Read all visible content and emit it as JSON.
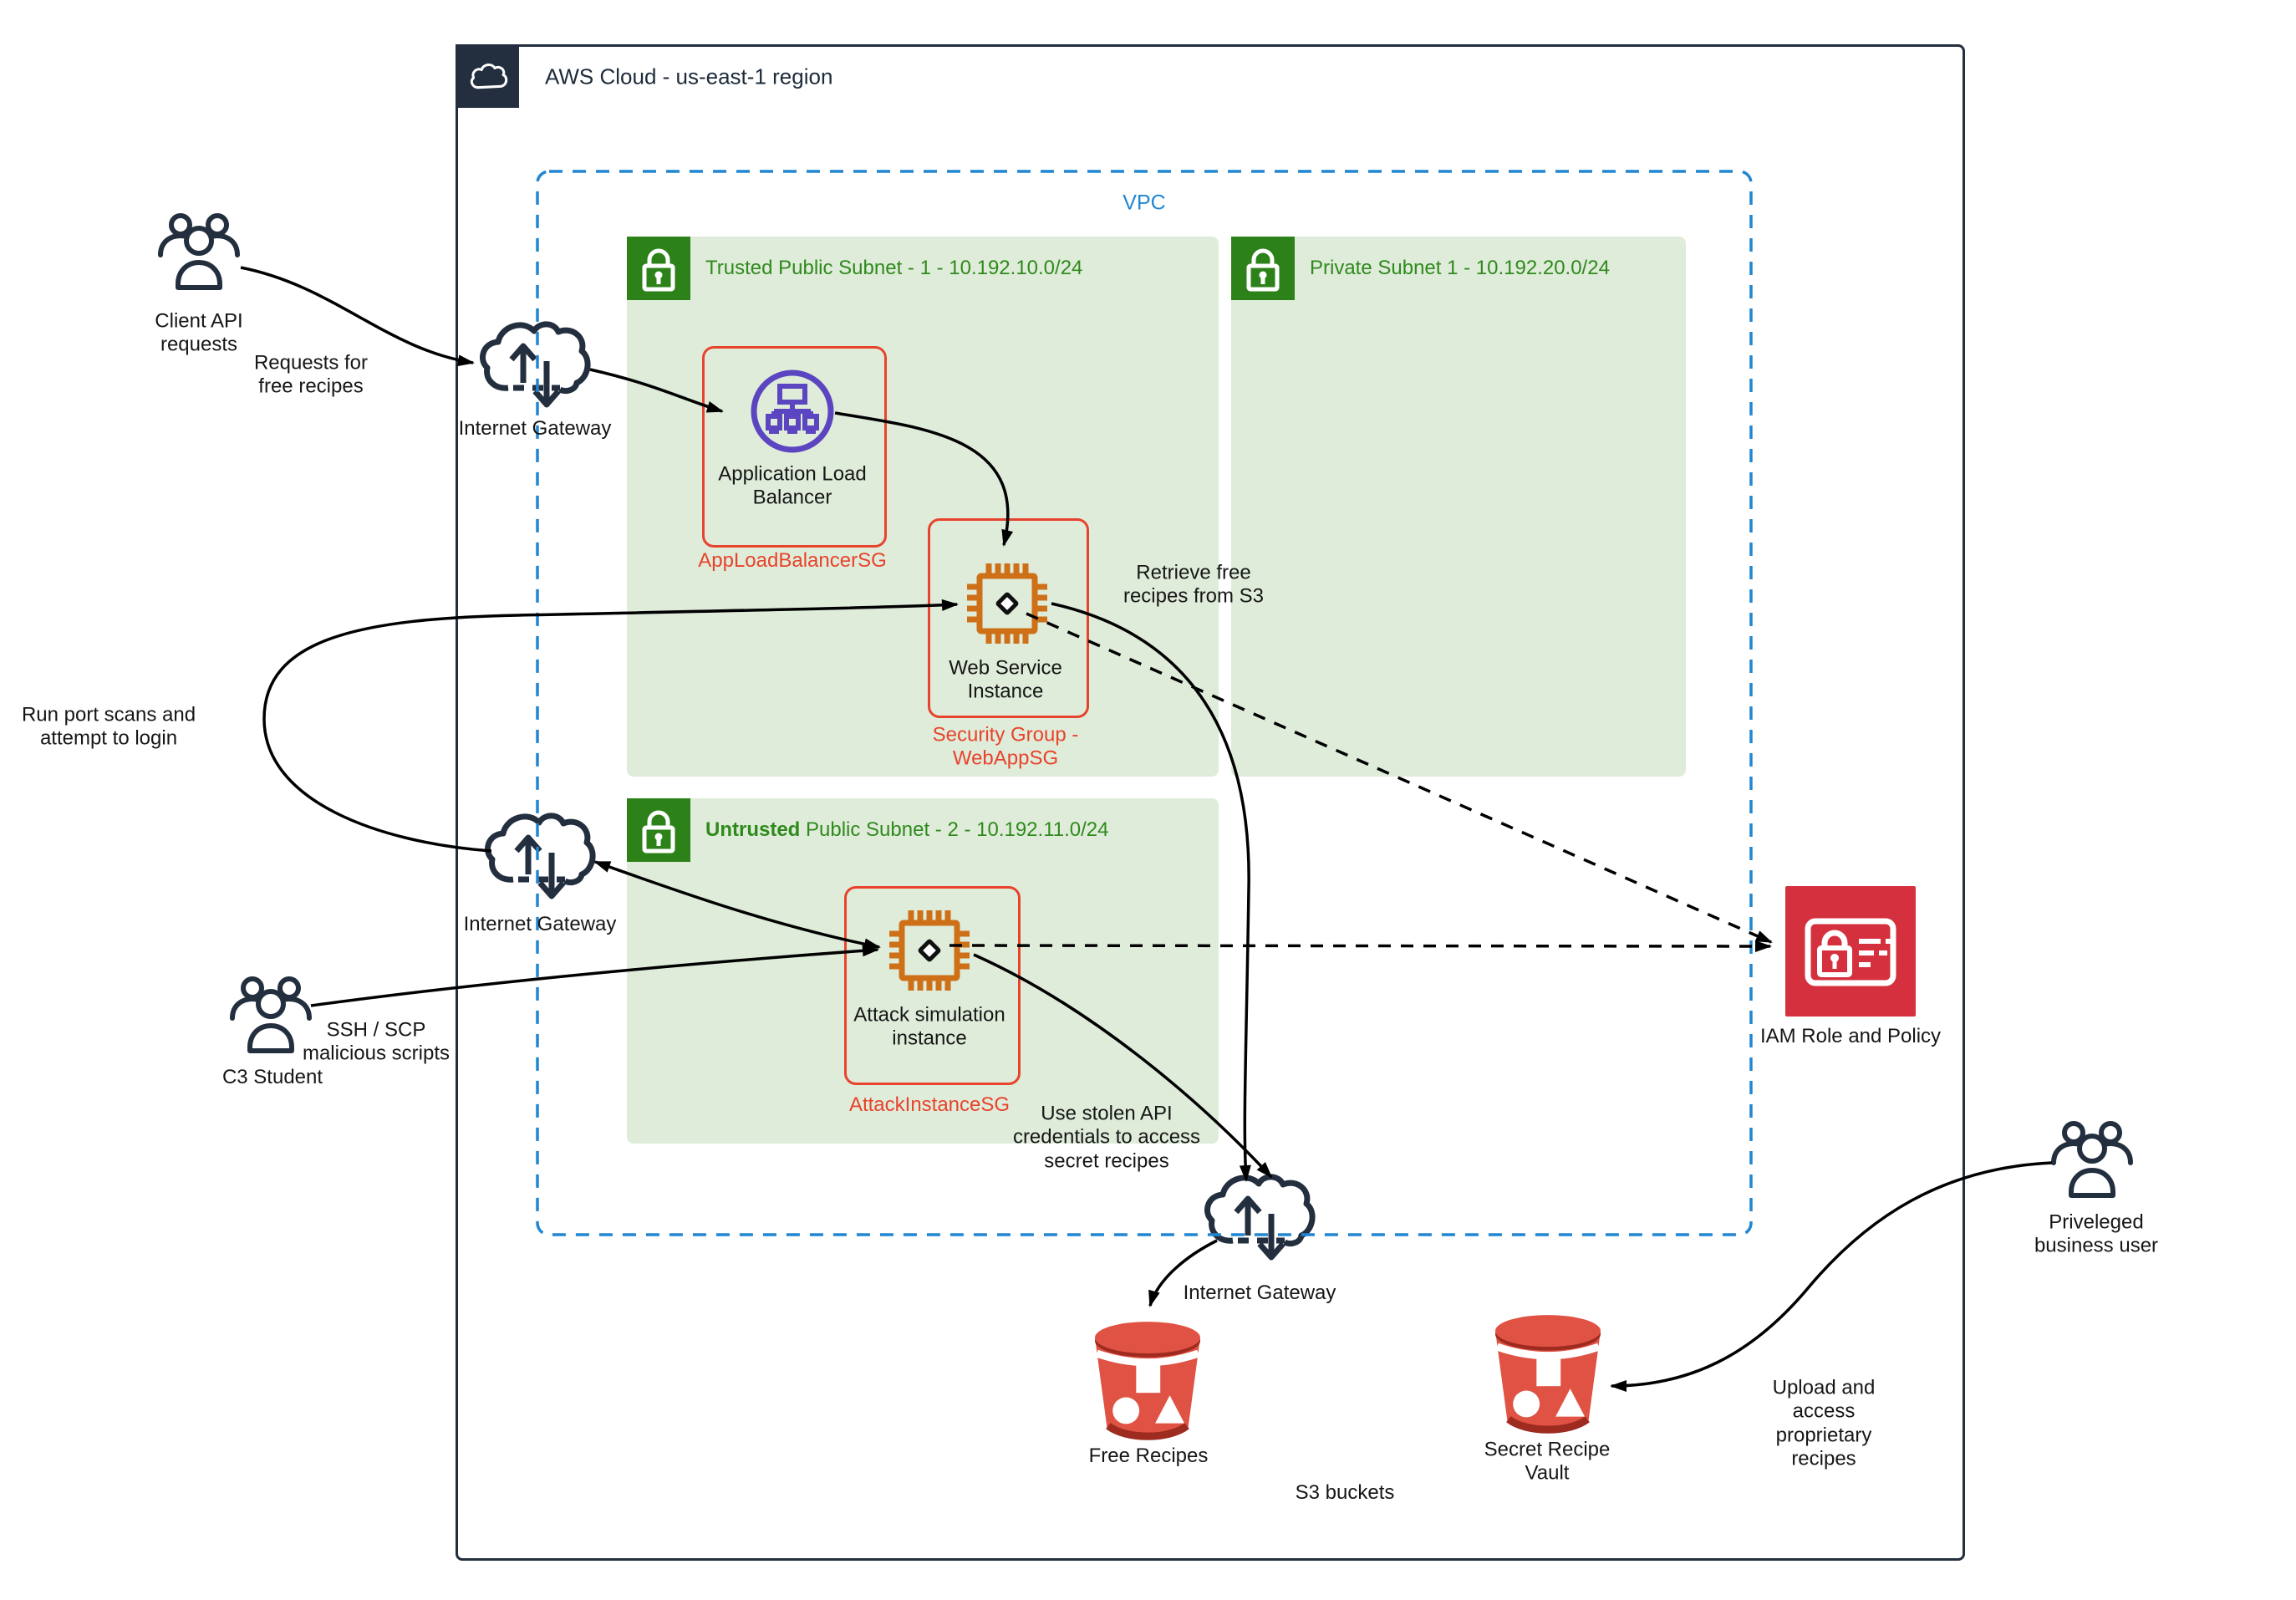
{
  "aws": {
    "title": "AWS Cloud - us-east-1 region"
  },
  "vpc": {
    "label": "VPC"
  },
  "subnets": {
    "trusted": {
      "label": "Trusted Public Subnet - 1  - 10.192.10.0/24"
    },
    "private": {
      "label": "Private Subnet 1 - 10.192.20.0/24"
    },
    "untrusted": {
      "label_bold": "Untrusted",
      "label_rest": " Public Subnet - 2 - 10.192.11.0/24"
    }
  },
  "nodes": {
    "igw_top": {
      "label": "Internet Gateway"
    },
    "igw_mid": {
      "label": "Internet Gateway"
    },
    "igw_bottom": {
      "label": "Internet Gateway"
    },
    "alb": {
      "label": "Application Load Balancer",
      "sg": "AppLoadBalancerSG"
    },
    "web": {
      "label": "Web Service Instance",
      "sg": "Security Group - WebAppSG"
    },
    "attack": {
      "label": "Attack simulation instance",
      "sg": "AttackInstanceSG"
    },
    "iam": {
      "label": "IAM Role and Policy"
    },
    "free_bucket": {
      "label": "Free Recipes"
    },
    "secret_bucket": {
      "label": "Secret Recipe Vault"
    },
    "s3_caption": "S3 buckets"
  },
  "actors": {
    "client": {
      "label": "Client API requests"
    },
    "student": {
      "label": "C3 Student"
    },
    "privileged": {
      "label": "Priveleged business user"
    }
  },
  "flows": {
    "requests": "Requests for free recipes",
    "port_scan": "Run port scans and attempt to login",
    "ssh": "SSH / SCP malicious scripts",
    "retrieve": "Retrieve free recipes from S3",
    "stolen": "Use stolen API credentials to access secret recipes",
    "upload": "Upload and access proprietary recipes"
  },
  "colors": {
    "navy": "#232F3E",
    "subnet_green_fill": "#DFECDA",
    "badge_green": "#2C8218",
    "subnet_text_green": "#2F8A1C",
    "security_group_red": "#E8432C",
    "ec2_orange": "#CE7017",
    "alb_purple": "#5B45C0",
    "bucket_red": "#E05243",
    "bucket_rim_dark": "#9E2B20",
    "iam_red": "#D5303E",
    "vpc_blue": "#2086D2",
    "connector_black": "#000000"
  }
}
